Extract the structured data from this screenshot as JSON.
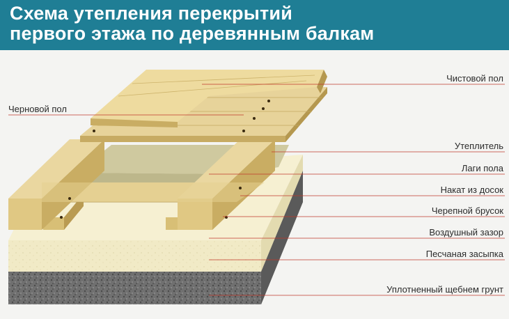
{
  "title": {
    "line1": "Схема утепления перекрытий",
    "line2": "первого этажа по деревянным балкам"
  },
  "labels": {
    "finish_floor": "Чистовой пол",
    "subfloor": "Черновой пол",
    "insulation": "Утеплитель",
    "floor_joists": "Лаги пола",
    "board_deck": "Накат из досок",
    "cranial_bar": "Черепной брусок",
    "air_gap": "Воздушный зазор",
    "sand_fill": "Песчаная засыпка",
    "gravel_soil": "Уплотненный щебнем грунт"
  },
  "colors": {
    "header": "#1f7e95",
    "leader_line": "#c0392b",
    "wood": "#e2cc8a",
    "wood_dark": "#c9ad63",
    "insulation": "#c9c49a",
    "sand": "#f2ecc8",
    "gravel": "#6e6e6e"
  }
}
